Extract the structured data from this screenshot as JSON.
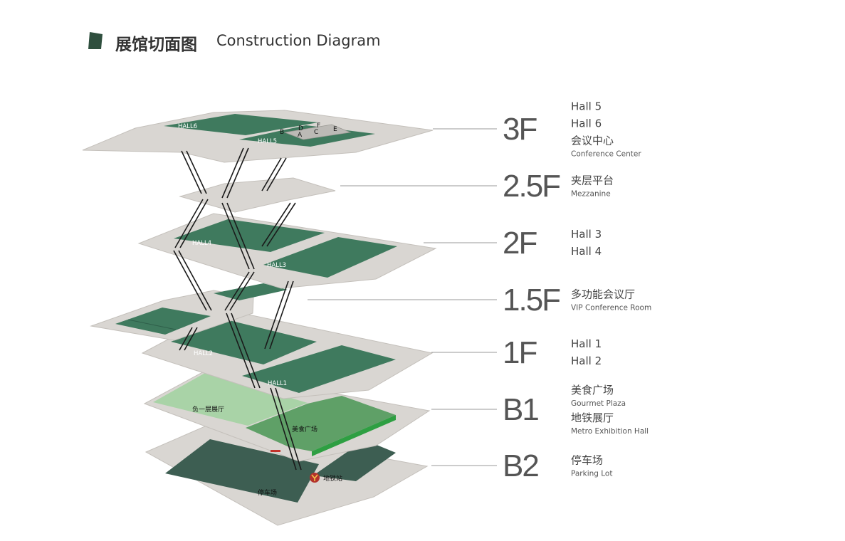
{
  "header": {
    "title_cn": "展馆切面图",
    "title_en": "Construction Diagram",
    "accent_color": "#2f4f3e"
  },
  "floors": [
    {
      "id": "3F",
      "label": "3F",
      "lines": [
        {
          "text": "Hall 5",
          "style": "main"
        },
        {
          "text": "Hall 6",
          "style": "main"
        },
        {
          "text": "会议中心",
          "style": "main"
        },
        {
          "text": "Conference Center",
          "style": "sub"
        }
      ]
    },
    {
      "id": "2.5F",
      "label": "2.5F",
      "lines": [
        {
          "text": "夹层平台",
          "style": "main"
        },
        {
          "text": "Mezzanine",
          "style": "sub"
        }
      ]
    },
    {
      "id": "2F",
      "label": "2F",
      "lines": [
        {
          "text": "Hall 3",
          "style": "main"
        },
        {
          "text": "Hall 4",
          "style": "main"
        }
      ]
    },
    {
      "id": "1.5F",
      "label": "1.5F",
      "lines": [
        {
          "text": "多功能会议厅",
          "style": "main"
        },
        {
          "text": "VIP Conference Room",
          "style": "sub"
        }
      ]
    },
    {
      "id": "1F",
      "label": "1F",
      "lines": [
        {
          "text": "Hall 1",
          "style": "main"
        },
        {
          "text": "Hall 2",
          "style": "main"
        }
      ]
    },
    {
      "id": "B1",
      "label": "B1",
      "lines": [
        {
          "text": "美食广场",
          "style": "main"
        },
        {
          "text": "Gourmet Plaza",
          "style": "sub"
        },
        {
          "text": "地铁展厅",
          "style": "main"
        },
        {
          "text": "Metro Exhibition Hall",
          "style": "sub"
        }
      ]
    },
    {
      "id": "B2",
      "label": "B2",
      "lines": [
        {
          "text": "停车场",
          "style": "main"
        },
        {
          "text": "Parking Lot",
          "style": "sub"
        }
      ]
    }
  ],
  "map_labels": {
    "hall6": "HALL6",
    "hall5": "HALL5",
    "hall4": "HALL4",
    "hall3": "HALL3",
    "hall2": "HALL2",
    "hall1": "HALL1",
    "room_a": "A",
    "room_b": "B",
    "room_c": "C",
    "room_d": "D",
    "room_e": "E",
    "room_f": "F",
    "b1_hall": "负一层展厅",
    "gourmet": "美食广场",
    "parking": "停车场",
    "metro": "地铁站"
  },
  "colors": {
    "slab": "#d9d6d2",
    "slab_edge": "#bdb9b4",
    "hall": "#3f7a5e",
    "hall_dark": "#2f5f4a",
    "b1_light": "#a9d3a7",
    "b1_mid": "#5fa067",
    "parking": "#3d5e52",
    "escalator": "#1a1a1a",
    "leader": "#9a9a9a",
    "metro_red": "#b3322b"
  }
}
